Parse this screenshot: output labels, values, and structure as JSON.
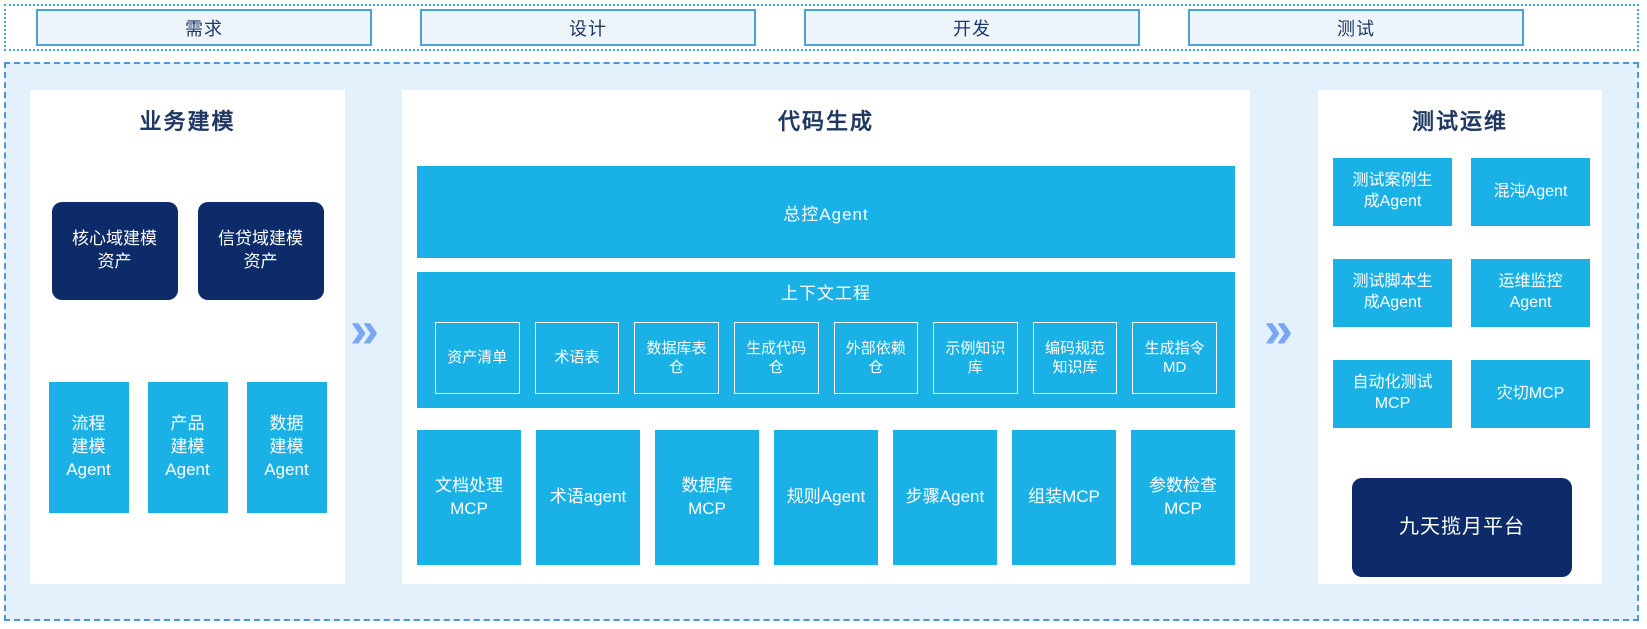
{
  "colors": {
    "cyan_block": "#1ab1e6",
    "navy_block": "#0c2b68",
    "container_bg": "#e2f1fb",
    "dashed_border": "#4e95d9",
    "dotted_border": "#2fabd4",
    "phase_box_bg": "#edf4fa",
    "phase_box_border": "#4aa3d2",
    "heading_text": "#1f3864",
    "arrow": "#7aa6f4"
  },
  "phases": [
    {
      "label": "需求"
    },
    {
      "label": "设计"
    },
    {
      "label": "开发"
    },
    {
      "label": "测试"
    }
  ],
  "arrow_glyph": "»",
  "business_modeling": {
    "title": "业务建模",
    "assets": [
      {
        "label": "核心域建模资产"
      },
      {
        "label": "信贷域建模资产"
      }
    ],
    "agents": [
      {
        "label": "流程建模Agent"
      },
      {
        "label": "产品建模Agent"
      },
      {
        "label": "数据建模Agent"
      }
    ]
  },
  "code_generation": {
    "title": "代码生成",
    "master_agent": "总控Agent",
    "context_engineering": {
      "title": "上下文工程",
      "items": [
        {
          "label": "资产清单"
        },
        {
          "label": "术语表"
        },
        {
          "label": "数据库表仓"
        },
        {
          "label": "生成代码仓"
        },
        {
          "label": "外部依赖仓"
        },
        {
          "label": "示例知识库"
        },
        {
          "label": "编码规范知识库"
        },
        {
          "label": "生成指令MD"
        }
      ]
    },
    "tools": [
      {
        "label": "文档处理MCP"
      },
      {
        "label": "术语agent"
      },
      {
        "label": "数据库MCP"
      },
      {
        "label": "规则Agent"
      },
      {
        "label": "步骤Agent"
      },
      {
        "label": "组装MCP"
      },
      {
        "label": "参数检查MCP"
      }
    ]
  },
  "test_ops": {
    "title": "测试运维",
    "agents": [
      {
        "label": "测试案例生成Agent"
      },
      {
        "label": "混沌Agent"
      },
      {
        "label": "测试脚本生成Agent"
      },
      {
        "label": "运维监控Agent"
      },
      {
        "label": "自动化测试MCP"
      },
      {
        "label": "灾切MCP"
      }
    ],
    "platform": "九天揽月平台"
  }
}
